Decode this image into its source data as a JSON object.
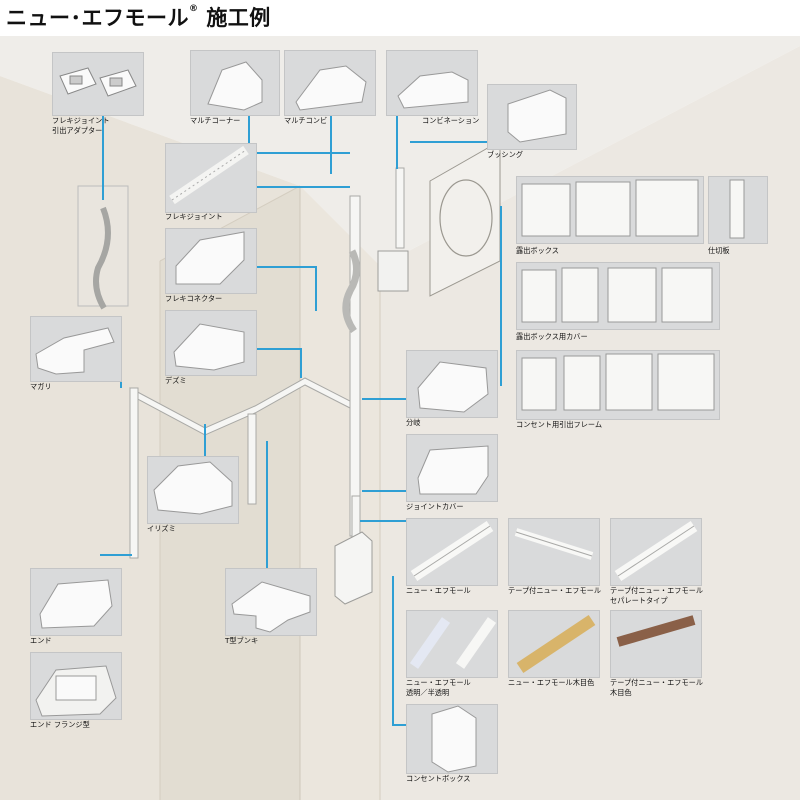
{
  "title": {
    "main": "ニュー･エフモール",
    "reg": "®",
    "suffix": "施工例"
  },
  "colors": {
    "accent": "#2f9fd4",
    "wall_right": "#ebe7e0",
    "wall_left": "#e7e2d8",
    "ceiling": "#eeece8",
    "panel": "#d9dadb"
  },
  "parts": [
    {
      "id": "flexi-joint-adapter",
      "lines": [
        "フレキジョイント",
        "引出アダプター"
      ]
    },
    {
      "id": "multi-corner",
      "lines": [
        "マルチコーナー"
      ]
    },
    {
      "id": "multi-combi",
      "lines": [
        "マルチコンビ"
      ]
    },
    {
      "id": "combination",
      "lines": [
        "コンビネーション"
      ]
    },
    {
      "id": "bushing",
      "lines": [
        "ブッシング"
      ]
    },
    {
      "id": "flexi-joint",
      "lines": [
        "フレキジョイント"
      ]
    },
    {
      "id": "flexi-connector",
      "lines": [
        "フレキコネクター"
      ]
    },
    {
      "id": "exposed-box",
      "lines": [
        "露出ボックス"
      ]
    },
    {
      "id": "partition",
      "lines": [
        "仕切板"
      ]
    },
    {
      "id": "exposed-box-cover",
      "lines": [
        "露出ボックス用カバー"
      ]
    },
    {
      "id": "outlet-frame",
      "lines": [
        "コンセント用引出フレーム"
      ]
    },
    {
      "id": "magari",
      "lines": [
        "マガリ"
      ]
    },
    {
      "id": "dezumi",
      "lines": [
        "デズミ"
      ]
    },
    {
      "id": "bunki",
      "lines": [
        "分岐"
      ]
    },
    {
      "id": "joint-cover",
      "lines": [
        "ジョイントカバー"
      ]
    },
    {
      "id": "irizumi",
      "lines": [
        "イリズミ"
      ]
    },
    {
      "id": "new-fmall",
      "lines": [
        "ニュー・エフモール"
      ]
    },
    {
      "id": "tape-fmall",
      "lines": [
        "テープ付ニュー・エフモール"
      ]
    },
    {
      "id": "tape-separate",
      "lines": [
        "テープ付ニュー・エフモール",
        "セパレートタイプ"
      ]
    },
    {
      "id": "end",
      "lines": [
        "エンド"
      ]
    },
    {
      "id": "t-bunki",
      "lines": [
        "T型ブンキ"
      ]
    },
    {
      "id": "end-flange",
      "lines": [
        "エンド フランジ型"
      ]
    },
    {
      "id": "clear",
      "lines": [
        "ニュー・エフモール",
        "透明／半透明"
      ]
    },
    {
      "id": "woodgrain",
      "lines": [
        "ニュー・エフモール木目色"
      ]
    },
    {
      "id": "tape-woodgrain",
      "lines": [
        "テープ付ニュー・エフモール",
        "木目色"
      ]
    },
    {
      "id": "outlet-box",
      "lines": [
        "コンセントボックス"
      ]
    }
  ]
}
